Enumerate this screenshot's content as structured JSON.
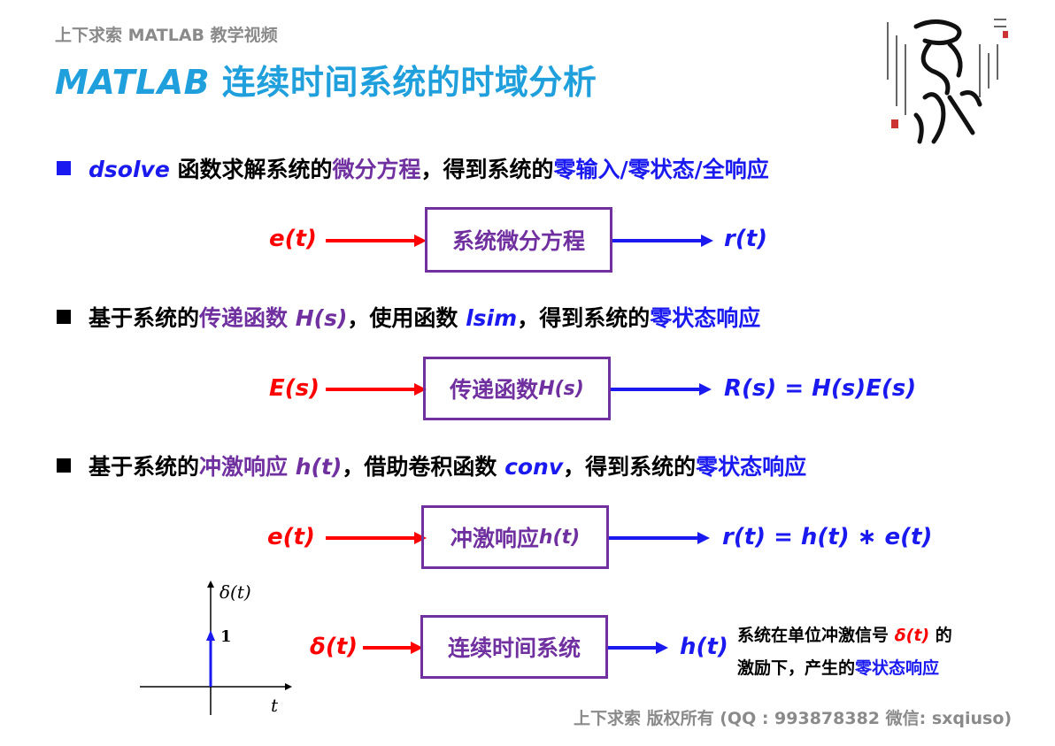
{
  "header": {
    "series": "上下求索 MATLAB 教学视频",
    "title_en": "MATLAB",
    "title_cn": " 连续时间系统的时域分析"
  },
  "colors": {
    "title": "#1fa0dc",
    "bullet_square": "#1a1af0",
    "emphasis_blue": "#1a1af0",
    "emphasis_purple": "#7030a0",
    "input_red": "#ff0000",
    "box_border": "#7030a0",
    "footer_gray": "#8a8a8a"
  },
  "seal": {
    "icon": "calligraphy-seal-icon"
  },
  "bullets": [
    {
      "parts": [
        {
          "text": "dsolve",
          "style": "blue it"
        },
        {
          "text": " 函数求解系统的",
          "style": ""
        },
        {
          "text": "微分方程",
          "style": "purple"
        },
        {
          "text": "，得到系统的",
          "style": ""
        },
        {
          "text": "零输入/零状态/全响应",
          "style": "blue"
        }
      ]
    },
    {
      "parts": [
        {
          "text": "基于系统的",
          "style": ""
        },
        {
          "text": "传递函数 ",
          "style": "purple"
        },
        {
          "text": "H(s)",
          "style": "purple it"
        },
        {
          "text": "，使用函数 ",
          "style": ""
        },
        {
          "text": "lsim",
          "style": "blue it"
        },
        {
          "text": "，得到系统的",
          "style": ""
        },
        {
          "text": "零状态响应",
          "style": "blue"
        }
      ]
    },
    {
      "parts": [
        {
          "text": "基于系统的",
          "style": ""
        },
        {
          "text": "冲激响应 ",
          "style": "purple"
        },
        {
          "text": "h(t)",
          "style": "purple it"
        },
        {
          "text": "，借助卷积函数 ",
          "style": ""
        },
        {
          "text": "conv",
          "style": "blue it"
        },
        {
          "text": "，得到系统的",
          "style": ""
        },
        {
          "text": "零状态响应",
          "style": "blue"
        }
      ]
    }
  ],
  "diagrams": [
    {
      "input": "e(t)",
      "box": "系统微分方程",
      "output": "r(t)"
    },
    {
      "input": "E(s)",
      "box_cn": "传递函数 ",
      "box_it": "H(s)",
      "output": "R(s) = H(s)E(s)"
    },
    {
      "input": "e(t)",
      "box_cn": "冲激响应 ",
      "box_it": "h(t)",
      "output": "r(t) = h(t) ∗ e(t)"
    },
    {
      "input": "δ(t)",
      "box": "连续时间系统",
      "output": "h(t)"
    }
  ],
  "delta_plot": {
    "y_label": "δ(t)",
    "x_label": "t",
    "impulse_value": "1"
  },
  "note": {
    "line1_a": "系统在单位冲激信号 ",
    "line1_b": "δ(t)",
    "line1_c": " 的",
    "line2_a": "激励下，产生的",
    "line2_b": "零状态响应"
  },
  "footer": "上下求索  版权所有  (QQ : 993878382   微信: sxqiuso)"
}
